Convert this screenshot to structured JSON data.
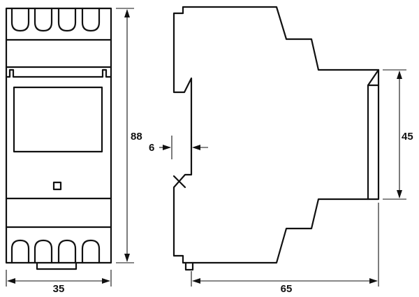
{
  "drawing": {
    "dimensions": {
      "front_width": "35",
      "front_height": "88",
      "side_depth": "65",
      "side_step_height": "45",
      "rail_gap": "6"
    }
  }
}
